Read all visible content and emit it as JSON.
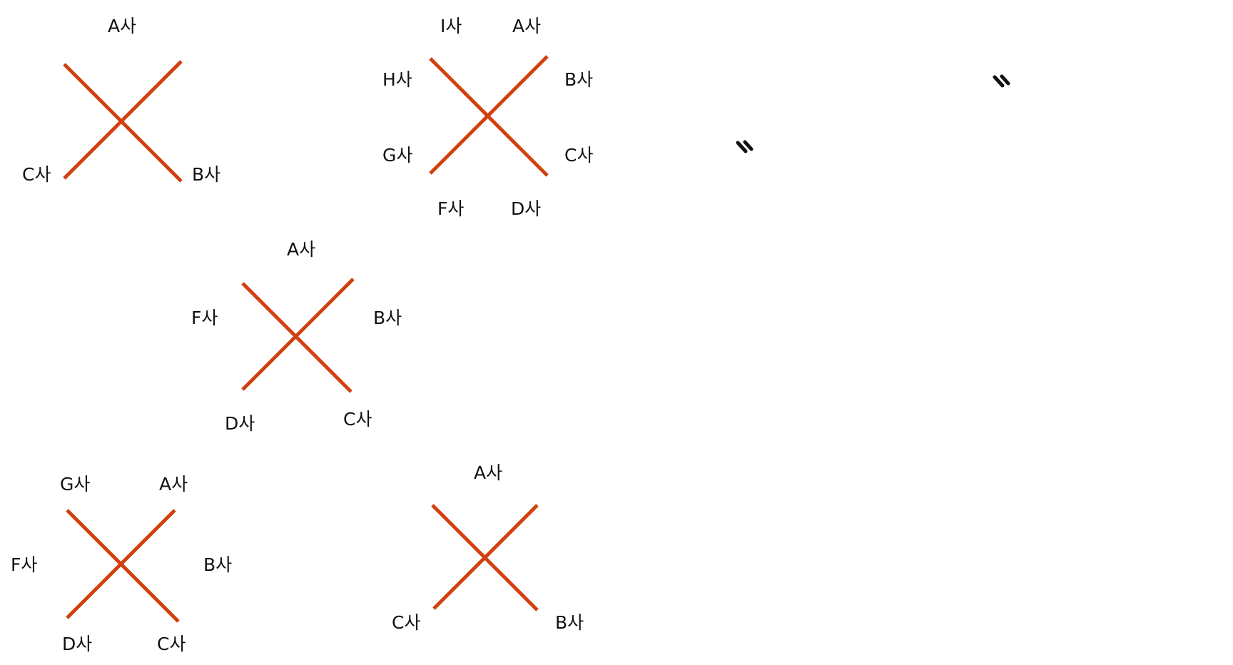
{
  "colors": {
    "cross_line": "#d2400f",
    "label_text": "#111111",
    "background": "#ffffff",
    "mark": "#111111"
  },
  "diagrams": [
    {
      "labels": [
        "A사",
        "C사",
        "B사"
      ]
    },
    {
      "labels": [
        "I사",
        "A사",
        "H사",
        "B사",
        "G사",
        "C사",
        "F사",
        "D사"
      ]
    },
    {
      "labels": [
        "A사",
        "F사",
        "B사",
        "D사",
        "C사"
      ]
    },
    {
      "labels": [
        "G사",
        "A사",
        "F사",
        "B사",
        "D사",
        "C사"
      ]
    },
    {
      "labels": [
        "A사",
        "C사",
        "B사"
      ]
    }
  ],
  "marks": [
    {
      "icon": "double-tick-mark"
    },
    {
      "icon": "double-tick-mark"
    }
  ]
}
